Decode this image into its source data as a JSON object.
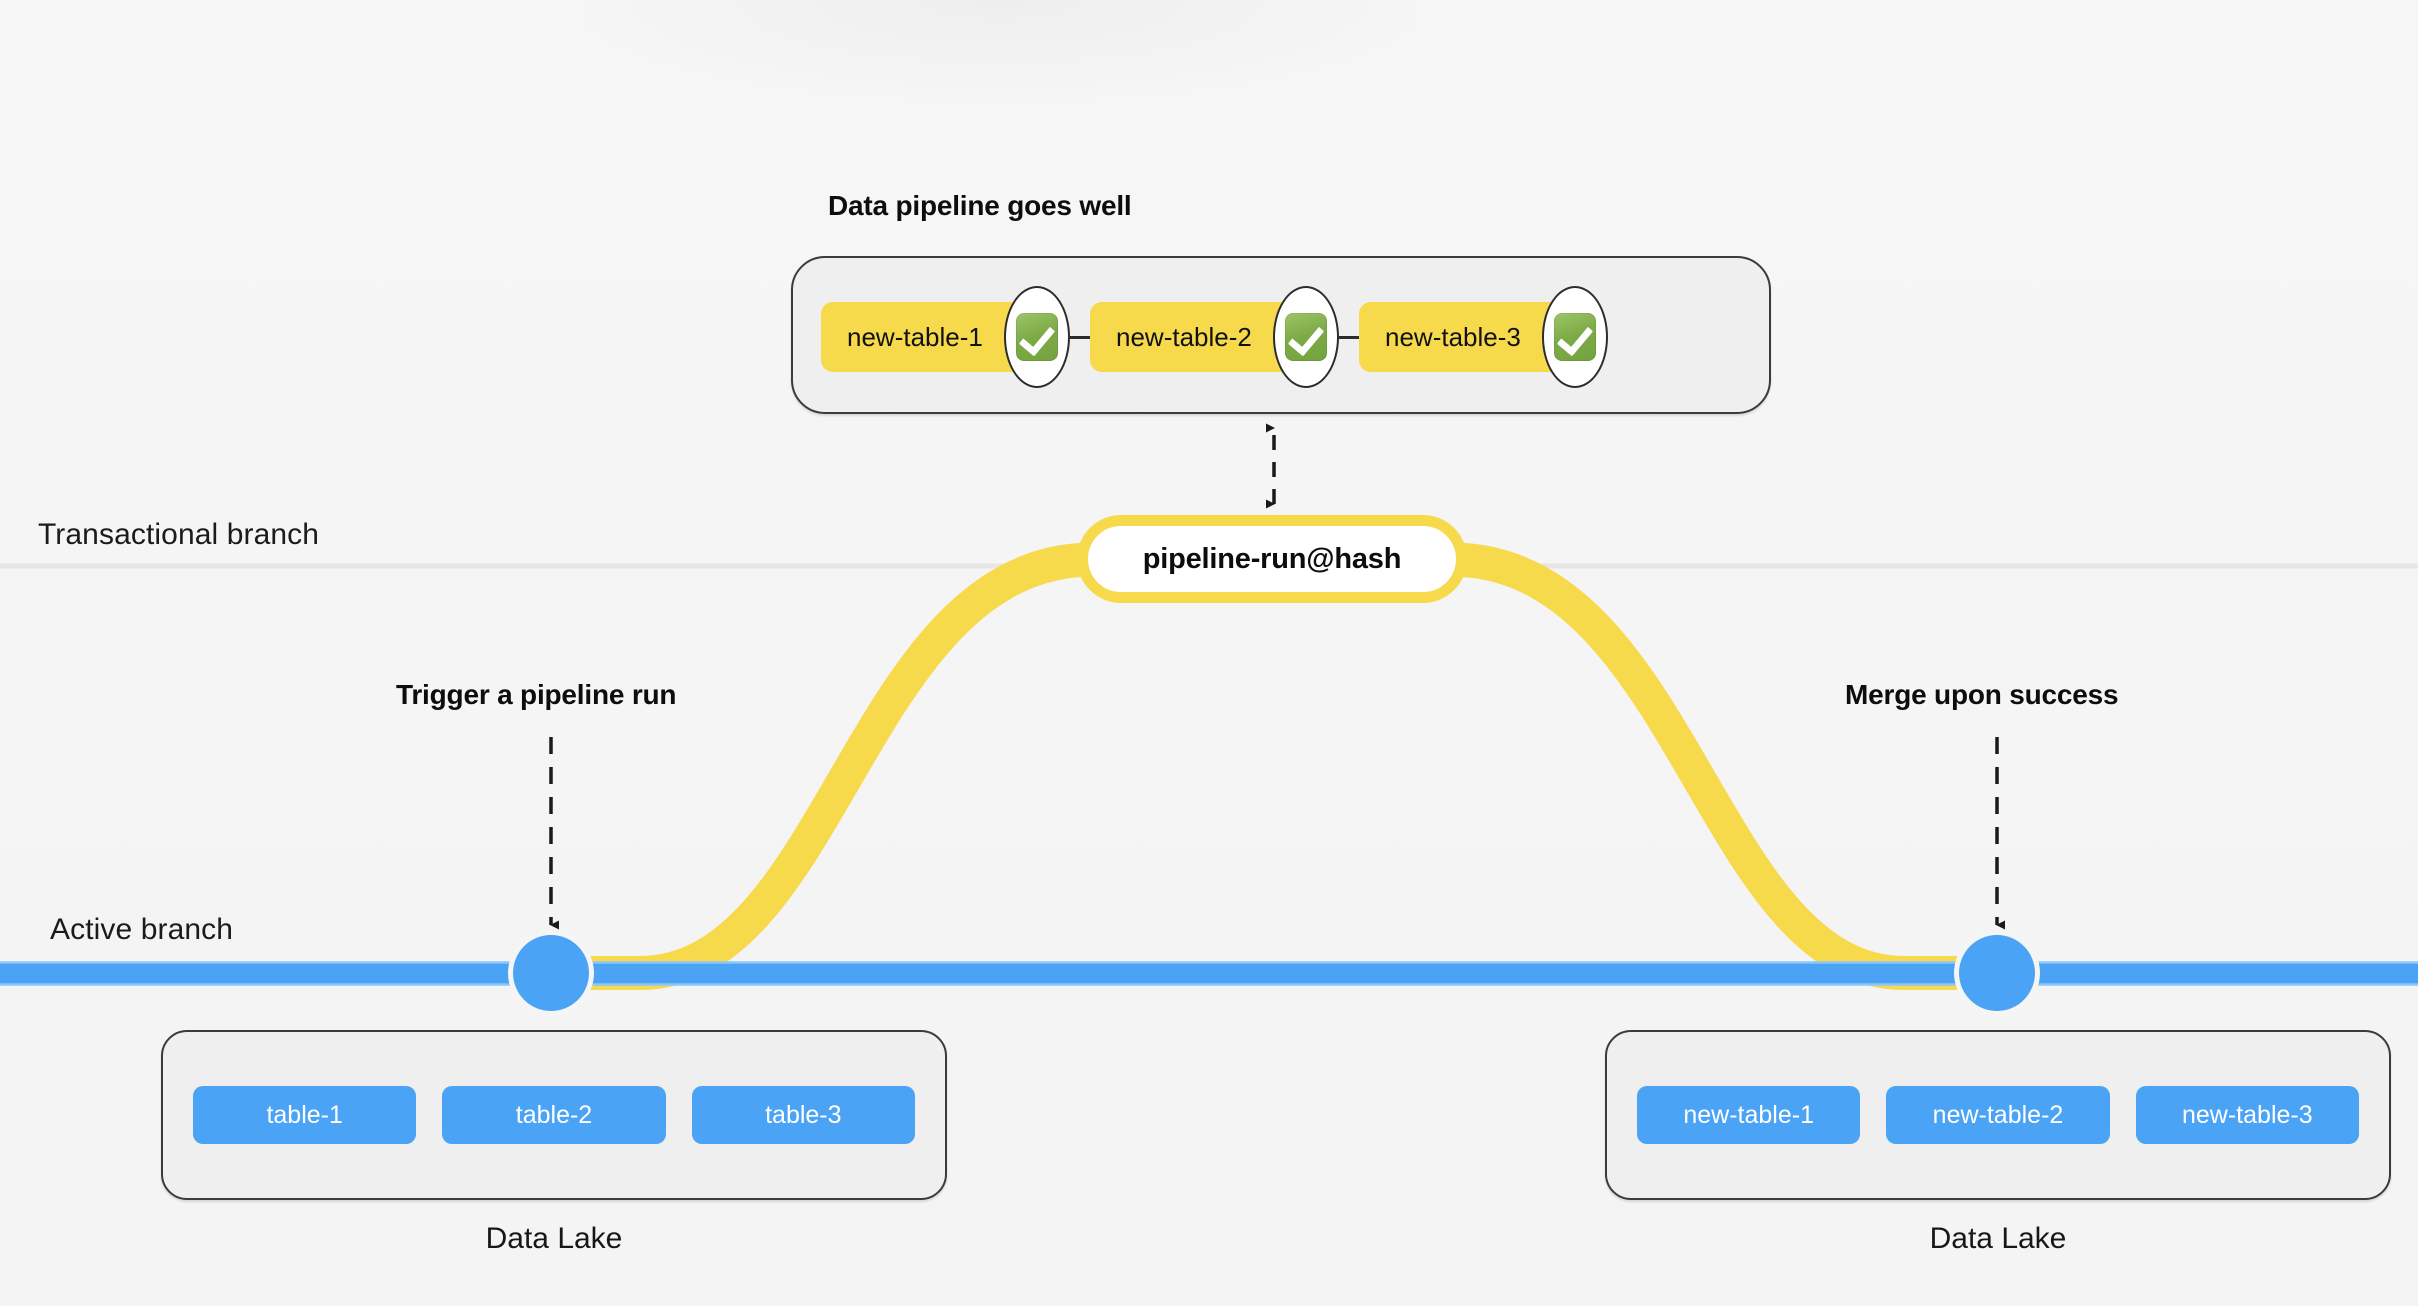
{
  "diagram": {
    "title_top": "Data pipeline goes well",
    "lanes": {
      "transactional": "Transactional branch",
      "active": "Active branch"
    },
    "colors": {
      "background": "#f5f5f5",
      "branch_blue": "#4ba3f5",
      "transaction_yellow": "#f7d94c",
      "container_fill": "#efefef",
      "container_border": "#3b3b3b",
      "check_green": "#7cab46",
      "text_dark": "#121212"
    },
    "pipeline": {
      "stages": [
        {
          "label": "new-table-1",
          "status_icon": "check-square-icon",
          "status": "success"
        },
        {
          "label": "new-table-2",
          "status_icon": "check-square-icon",
          "status": "success"
        },
        {
          "label": "new-table-3",
          "status_icon": "check-square-icon",
          "status": "success"
        }
      ]
    },
    "transaction": {
      "label": "pipeline-run@hash"
    },
    "annotations": [
      {
        "id": "trigger",
        "label": "Trigger a pipeline run",
        "arrow": "dashed-down-arrow"
      },
      {
        "id": "merge",
        "label": "Merge upon success",
        "arrow": "dashed-down-arrow"
      },
      {
        "id": "pipeline-link",
        "label": "",
        "arrow": "dashed-double-arrow"
      }
    ],
    "data_lakes": [
      {
        "id": "left",
        "caption": "Data Lake",
        "tables": [
          "table-1",
          "table-2",
          "table-3"
        ]
      },
      {
        "id": "right",
        "caption": "Data Lake",
        "tables": [
          "new-table-1",
          "new-table-2",
          "new-table-3"
        ]
      }
    ]
  }
}
